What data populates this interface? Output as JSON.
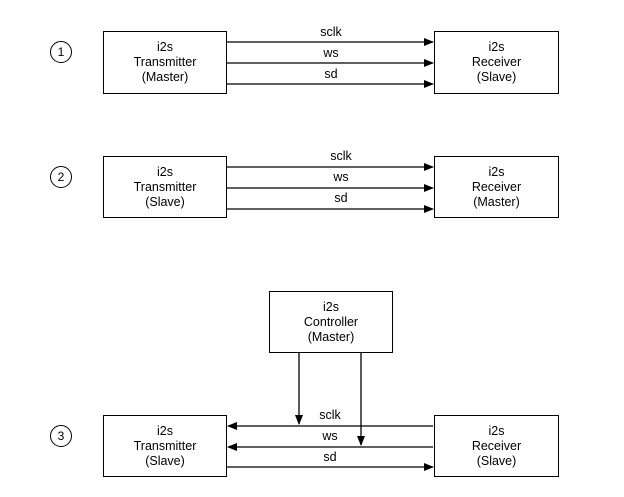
{
  "scenario1": {
    "number": "1",
    "transmitter": {
      "name": "i2s",
      "role": "Transmitter",
      "mode": "(Master)"
    },
    "receiver": {
      "name": "i2s",
      "role": "Receiver",
      "mode": "(Slave)"
    },
    "signals": [
      "sclk",
      "ws",
      "sd"
    ]
  },
  "scenario2": {
    "number": "2",
    "transmitter": {
      "name": "i2s",
      "role": "Transmitter",
      "mode": "(Slave)"
    },
    "receiver": {
      "name": "i2s",
      "role": "Receiver",
      "mode": "(Master)"
    },
    "signals": [
      "sclk",
      "ws",
      "sd"
    ]
  },
  "scenario3": {
    "number": "3",
    "controller": {
      "name": "i2s",
      "role": "Controller",
      "mode": "(Master)"
    },
    "transmitter": {
      "name": "i2s",
      "role": "Transmitter",
      "mode": "(Slave)"
    },
    "receiver": {
      "name": "i2s",
      "role": "Receiver",
      "mode": "(Slave)"
    },
    "signals": [
      "sclk",
      "ws",
      "sd"
    ]
  }
}
